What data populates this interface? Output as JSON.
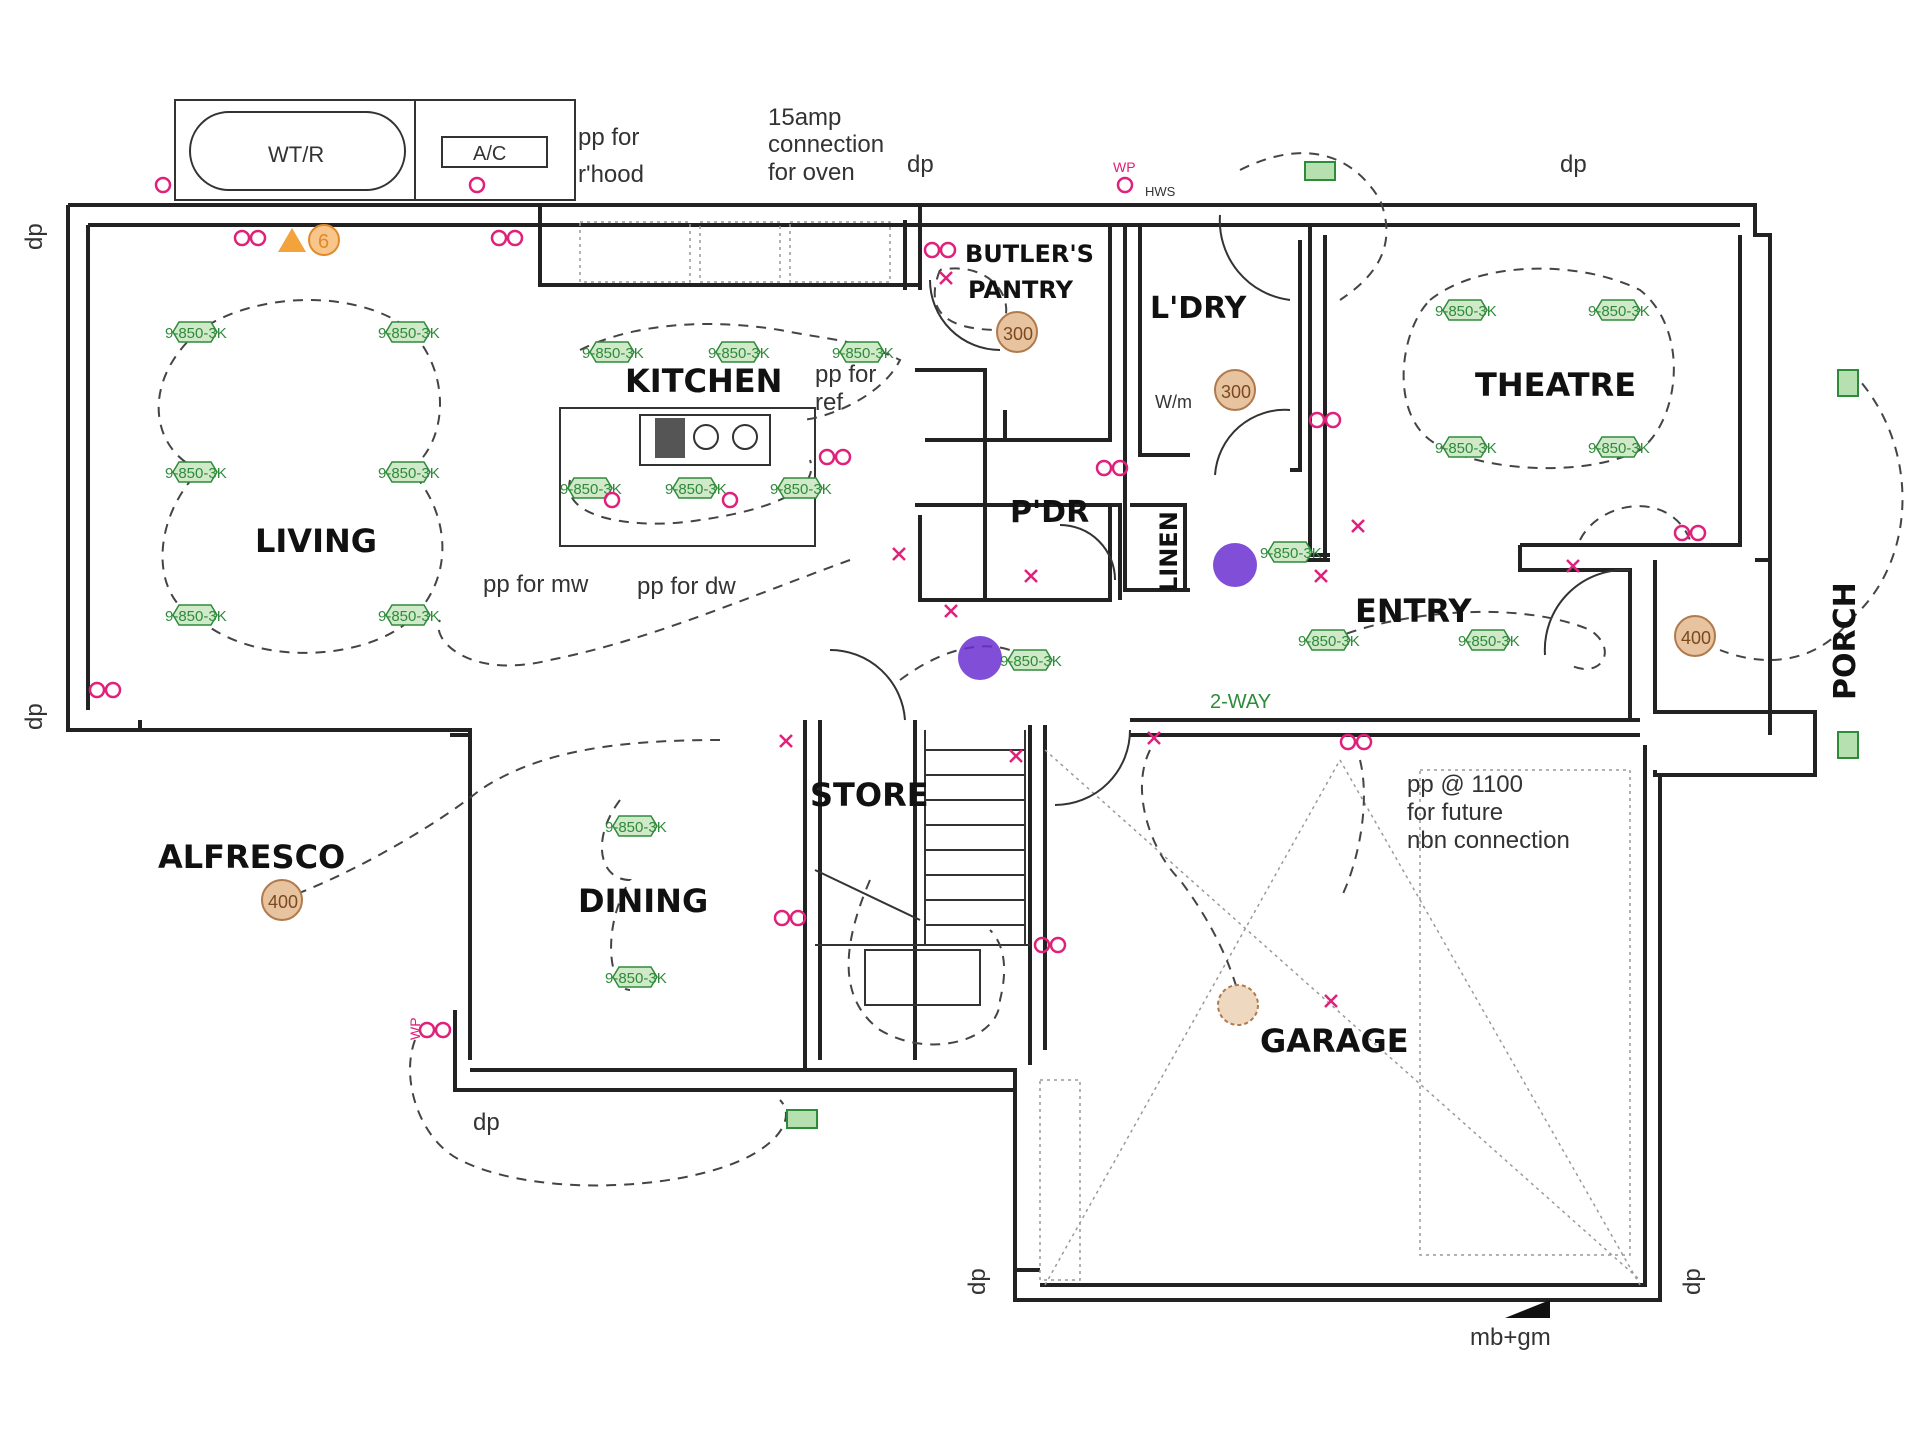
{
  "rooms": {
    "living": "LIVING",
    "kitchen": "KITCHEN",
    "butlers_line1": "BUTLER'S",
    "butlers_line2": "PANTRY",
    "laundry": "L'DRY",
    "theatre": "THEATRE",
    "pdr": "P'DR",
    "linen": "LINEN",
    "entry": "ENTRY",
    "porch": "PORCH",
    "store": "STORE",
    "alfresco": "ALFRESCO",
    "dining": "DINING",
    "garage": "GARAGE"
  },
  "labels": {
    "wtr": "WT/R",
    "ac": "A/C",
    "pp_rhood_1": "pp for",
    "pp_rhood_2": "r'hood",
    "oven_1": "15amp",
    "oven_2": "connection",
    "oven_3": "for oven",
    "pp_ref_1": "pp for",
    "pp_ref_2": "ref",
    "pp_mw": "pp for mw",
    "pp_dw": "pp for dw",
    "nbn_1": "pp @ 1100",
    "nbn_2": "for future",
    "nbn_3": "nbn connection",
    "two_way": "2-WAY",
    "mb_gm": "mb+gm",
    "dp": "dp",
    "hws": "HWS",
    "wp": "WP",
    "wm": "W/m"
  },
  "light_label": "9-850-3K",
  "fixture_values": {
    "living_6": "6",
    "pantry": "300",
    "laundry": "300",
    "porch": "400",
    "alfresco": "400"
  },
  "colors": {
    "wall": "#222222",
    "power": "#e0207a",
    "light": "#2e8b3a",
    "fixture": "#d9a06b",
    "fan": "#6a2fd0",
    "warning": "#f4a23c"
  }
}
